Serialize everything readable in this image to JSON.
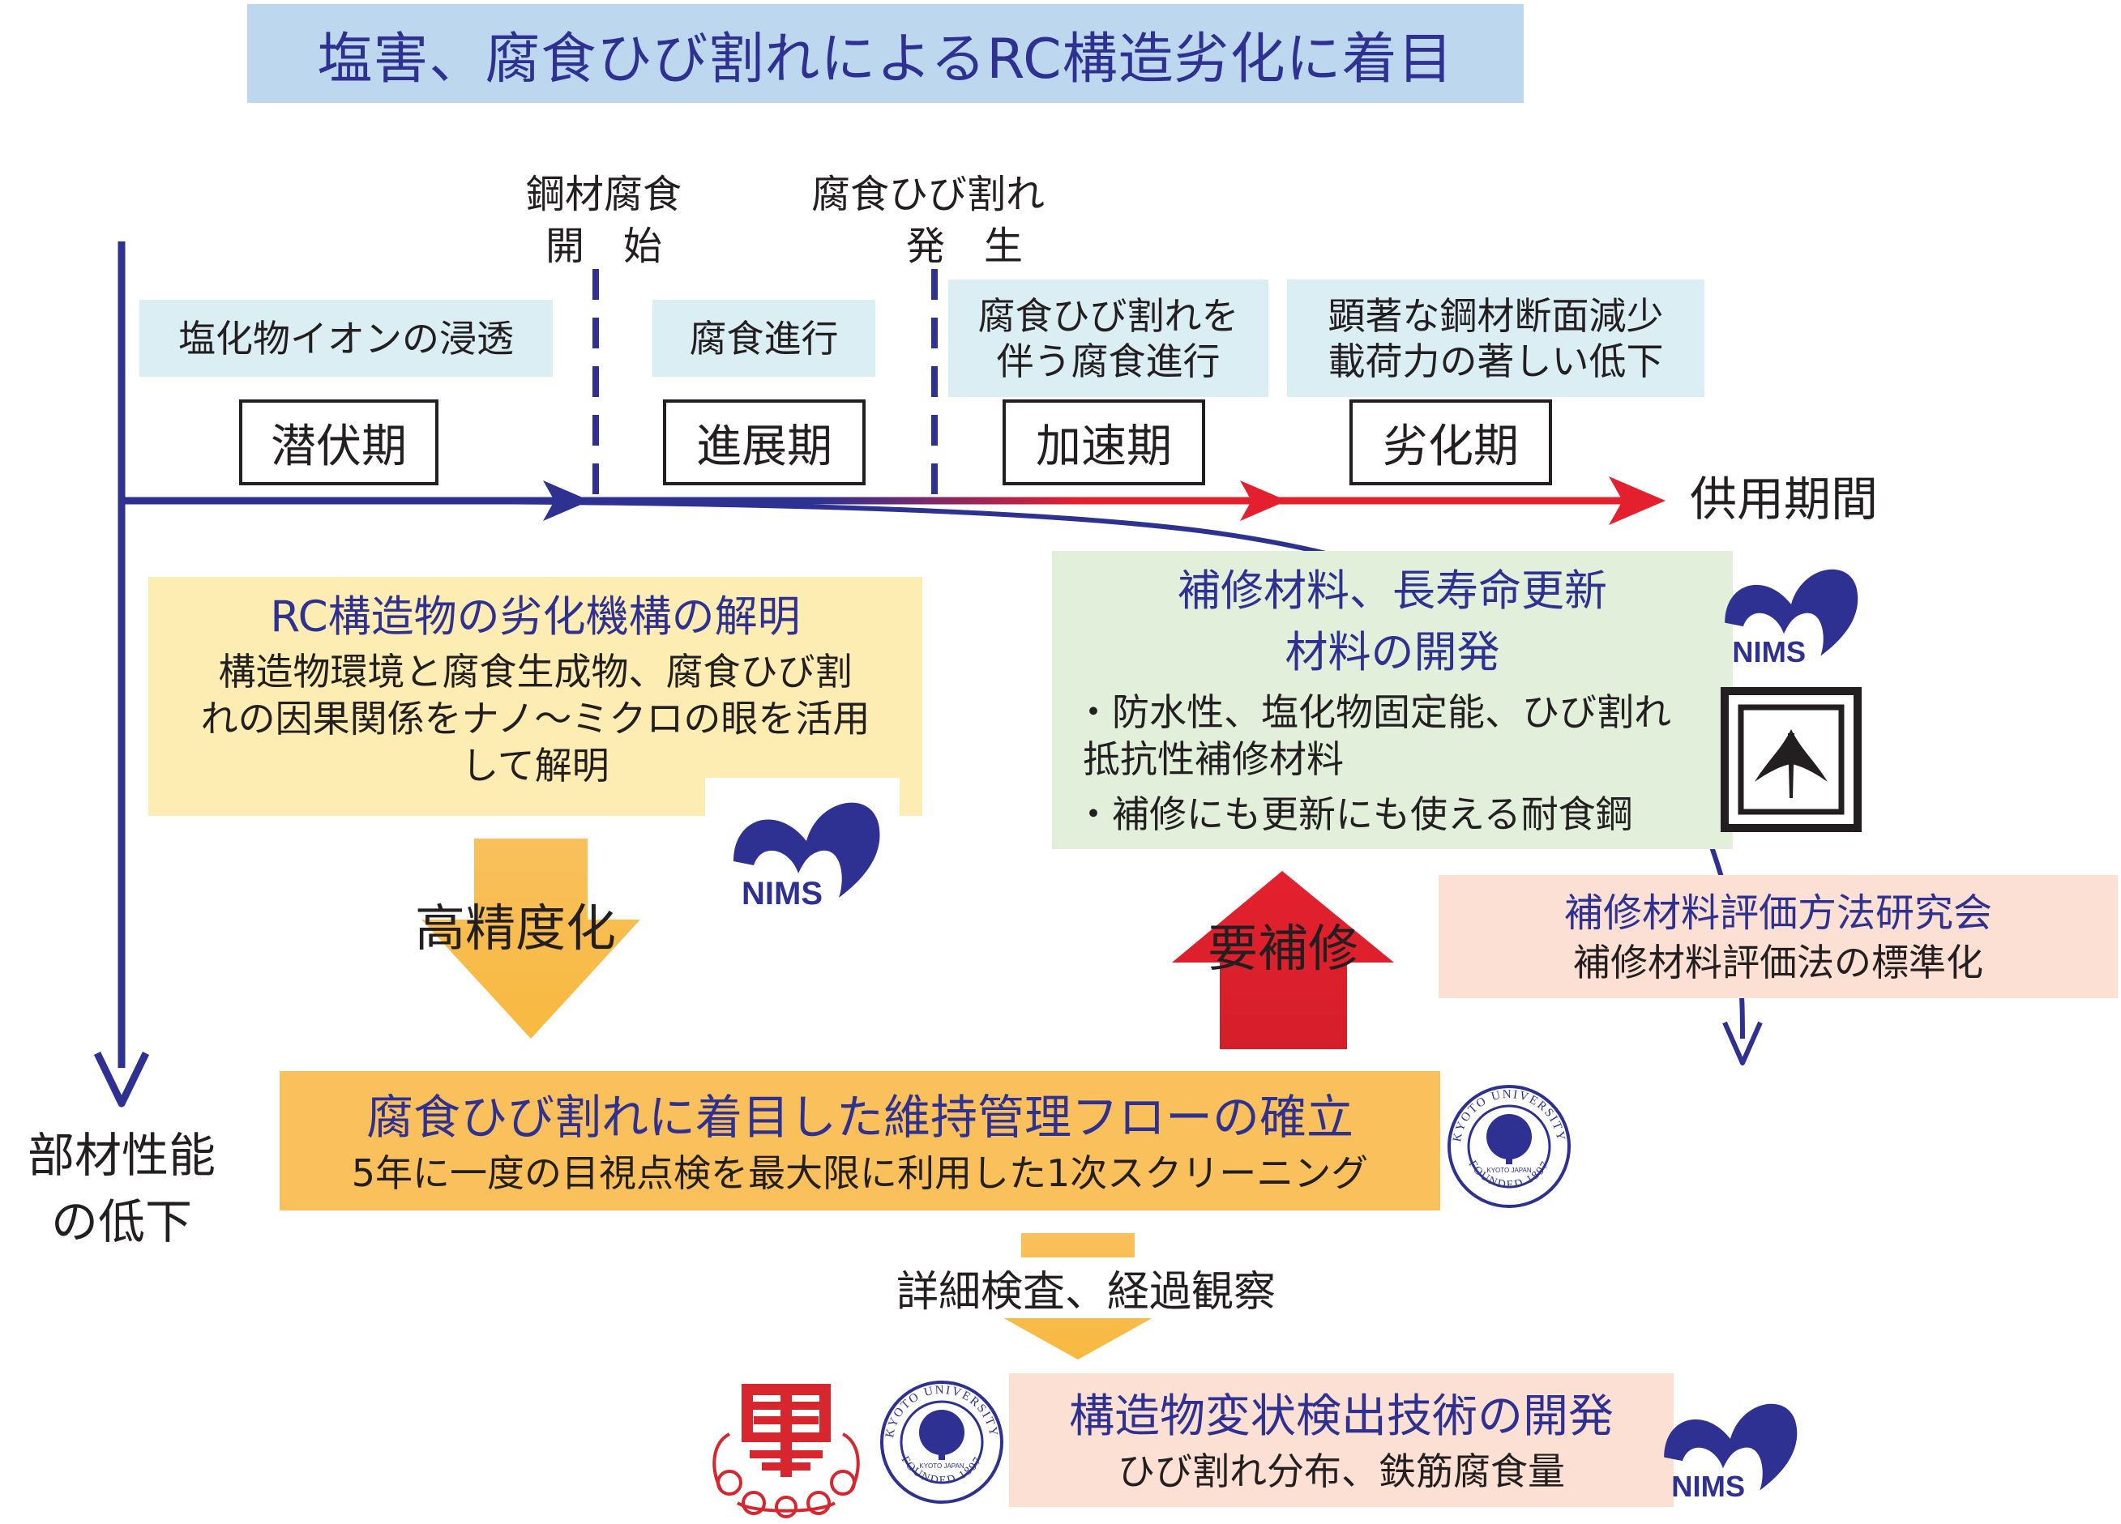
{
  "title": "塩害、腐食ひび割れによるRC構造劣化に着目",
  "events": [
    {
      "line1": "鋼材腐食",
      "line2": "開　始"
    },
    {
      "line1": "腐食ひび割れ",
      "line2": "発　生"
    }
  ],
  "phases": [
    {
      "desc": [
        "塩化物イオンの浸透"
      ],
      "name": "潜伏期"
    },
    {
      "desc": [
        "腐食進行"
      ],
      "name": "進展期"
    },
    {
      "desc": [
        "腐食ひび割れを",
        "伴う腐食進行"
      ],
      "name": "加速期"
    },
    {
      "desc": [
        "顕著な鋼材断面減少",
        "載荷力の著しい低下"
      ],
      "name": "劣化期"
    }
  ],
  "axes": {
    "x_label": "供用期間",
    "y_label": [
      "部材性能",
      "の低下"
    ]
  },
  "rc_mechanism": {
    "title": "RC構造物の劣化機構の解明",
    "body": [
      "構造物環境と腐食生成物、腐食ひび割",
      "れの因果関係をナノ〜ミクロの眼を活用",
      "して解明"
    ]
  },
  "repair_materials": {
    "title": [
      "補修材料、長寿命更新",
      "材料の開発"
    ],
    "items": [
      "・防水性、塩化物固定能、ひび割れ",
      "抵抗性補修材料",
      "・補修にも更新にも使える耐食鋼"
    ]
  },
  "committee": {
    "title": "補修材料評価方法研究会",
    "body": "補修材料評価法の標準化"
  },
  "arrows": {
    "precision": "高精度化",
    "repair_needed": "要補修",
    "inspection": "詳細検査、経過観察"
  },
  "maintenance_flow": {
    "title": "腐食ひび割れに着目した維持管理フローの確立",
    "body": "5年に一度の目視点検を最大限に利用した1次スクリーニング"
  },
  "detection": {
    "title": "構造物変状検出技術の開発",
    "body": "ひび割れ分布、鉄筋腐食量"
  },
  "logos": {
    "nims": "NIMS",
    "kyoto_ring": "KYOTO UNIVERSITY",
    "kyoto_founded": "FOUNDED 1897",
    "kyoto_inner": "KYOTO JAPAN"
  },
  "colors": {
    "navy": "#2e3192",
    "red": "#e5202e",
    "orange": "#f9c05c",
    "pale_blue": "#dbeef3",
    "banner_blue": "#bdd7ee"
  }
}
